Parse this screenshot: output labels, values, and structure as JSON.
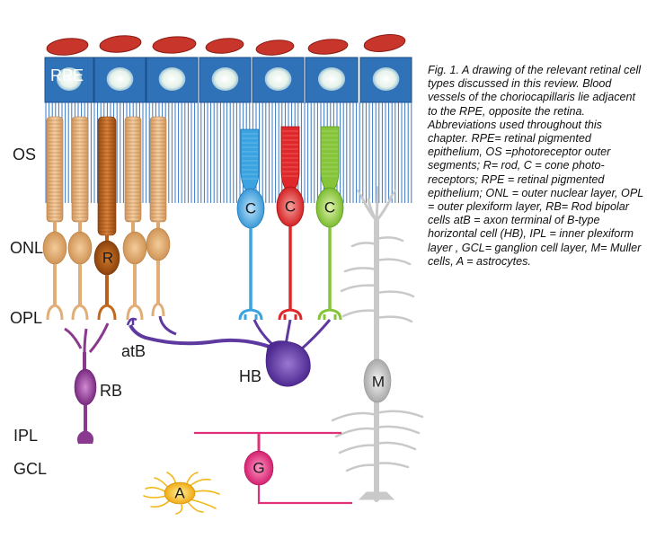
{
  "layer_labels": {
    "rpe": "RPE",
    "os": "OS",
    "onl": "ONL",
    "opl": "OPL",
    "ipl": "IPL",
    "gcl": "GCL"
  },
  "cell_labels": {
    "rod": "R",
    "cone_blue": "C",
    "cone_red": "C",
    "cone_green": "C",
    "rod_bipolar": "RB",
    "axon_terminal": "atB",
    "horizontal": "HB",
    "muller": "M",
    "ganglion": "G",
    "astrocyte": "A"
  },
  "caption": "Fig. 1. A drawing of the relevant retinal cell types discussed in this review. Blood vessels of the choriocapillaris lie adjacent to the RPE, opposite the retina. Abbreviations used throughout  this chapter. RPE= retinal pigmented epithelium, OS =photoreceptor outer segments; R= rod, C = cone photo-receptors; RPE = retinal pigmented epithelium; ONL = outer nuclear layer, OPL = outer plexiform layer, RB= Rod bipolar cells atB = axon terminal of B-type horizontal cell (HB), IPL = inner plexiform layer , GCL= ganglion cell layer, M= Muller cells, A = astrocytes.",
  "colors": {
    "blood_vessel": "#c8352b",
    "rpe_cell": "#2f72b8",
    "rpe_nucleus": "#e9f3ec",
    "villi": "#3a78c4",
    "rod": "#e2ae78",
    "rod_dark": "#b8601c",
    "cone_blue": "#3aa3e0",
    "cone_red": "#e0282a",
    "cone_green": "#86c43a",
    "bipolar": "#8a3a8e",
    "horizontal": "#5e3aa0",
    "muller": "#cfcfcf",
    "ganglion": "#e0307a",
    "astrocyte": "#f2b818"
  }
}
